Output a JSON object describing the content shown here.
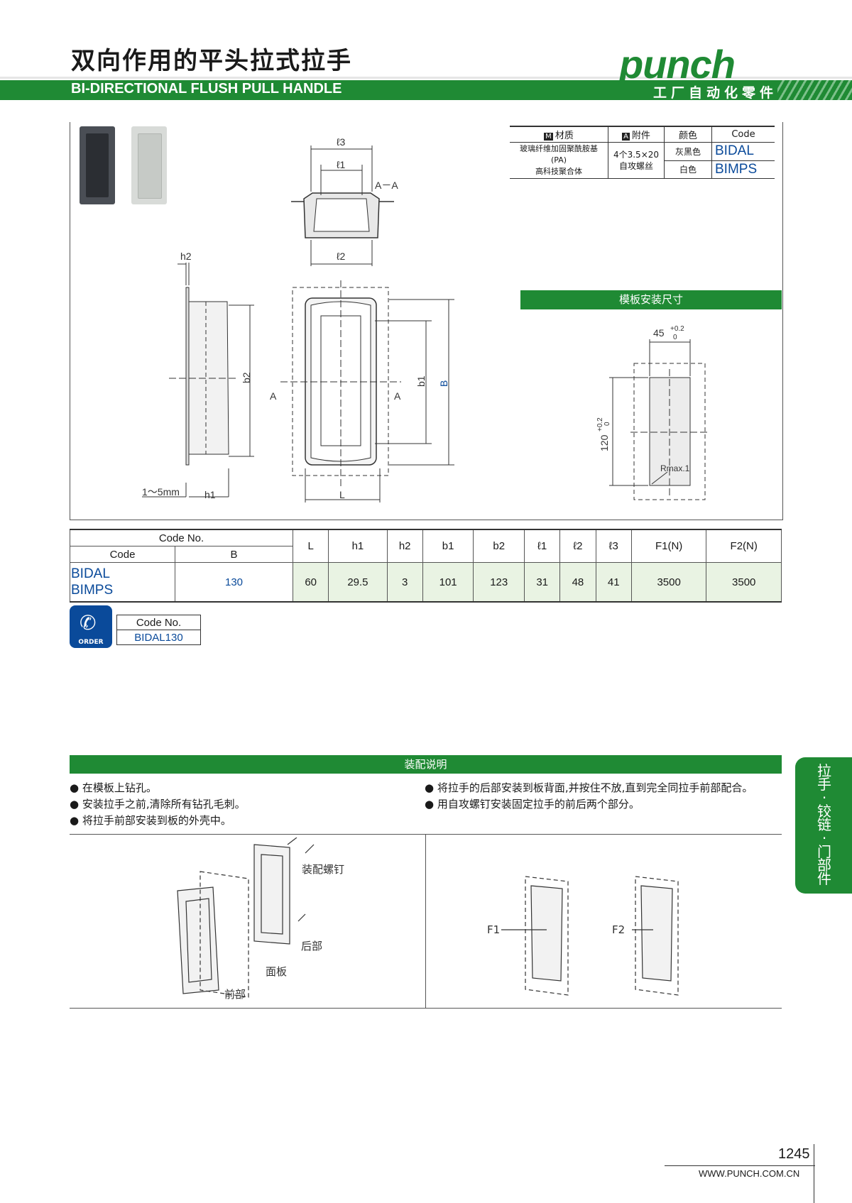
{
  "header": {
    "title_cn": "双向作用的平头拉式拉手",
    "title_en": "BI-DIRECTIONAL FLUSH PULL HANDLE",
    "logo": "punch",
    "logo_sub": "工厂自动化零件"
  },
  "spec": {
    "col_material": "材质",
    "col_accessory": "附件",
    "col_color": "颜色",
    "col_code": "Code",
    "material_icon": "M",
    "accessory_icon": "A",
    "material_line1": "玻璃纤维加固聚酰胺基(PA)",
    "material_line2": "高科技聚合体",
    "accessory_line1": "4个3.5×20",
    "accessory_line2": "自攻螺丝",
    "rows": [
      {
        "color": "灰黑色",
        "code": "BIDAL"
      },
      {
        "color": "白色",
        "code": "BIMPS"
      }
    ]
  },
  "drawing": {
    "l3": "ℓ3",
    "l1": "ℓ1",
    "l2": "ℓ2",
    "section": "A－A",
    "h2": "h2",
    "h1": "h1",
    "b2": "b2",
    "b1": "b1",
    "B": "B",
    "L": "L",
    "A": "A",
    "range": "1～5mm"
  },
  "cutout": {
    "title": "模板安装尺寸",
    "width": "45",
    "height": "120",
    "tol_plus": "+0.2",
    "tol_zero": "0",
    "radius": "Rmax.1"
  },
  "table": {
    "code_no": "Code No.",
    "code": "Code",
    "b": "B",
    "headers": [
      "L",
      "h1",
      "h2",
      "b1",
      "b2",
      "ℓ1",
      "ℓ2",
      "ℓ3",
      "F1(N)",
      "F2(N)"
    ],
    "codes": [
      "BIDAL",
      "BIMPS"
    ],
    "b_value": "130",
    "values": [
      "60",
      "29.5",
      "3",
      "101",
      "123",
      "31",
      "48",
      "41",
      "3500",
      "3500"
    ]
  },
  "order": {
    "label": "ORDER",
    "code_no": "Code No.",
    "example": "BIDAL130"
  },
  "assembly": {
    "title": "装配说明",
    "left_bullets": [
      "在模板上钻孔。",
      "安装拉手之前,清除所有钻孔毛刺。",
      "将拉手前部安装到板的外壳中。"
    ],
    "right_bullets": [
      "将拉手的后部安装到板背面,并按住不放,直到完全同拉手前部配合。",
      "用自攻螺钉安装固定拉手的前后两个部分。"
    ],
    "screw_label": "装配螺钉",
    "rear_label": "后部",
    "panel_label": "面板",
    "front_label": "前部",
    "f1": "F1",
    "f2": "F2"
  },
  "side_tab": [
    "拉",
    "手",
    "·",
    "铰",
    "链",
    "·",
    "门",
    "部",
    "件"
  ],
  "footer": {
    "page": "1245",
    "url": "WWW.PUNCH.COM.CN"
  },
  "colors": {
    "accent": "#1f8a34",
    "code_blue": "#0a4a9a",
    "table_fill": "#e9f3e3"
  }
}
